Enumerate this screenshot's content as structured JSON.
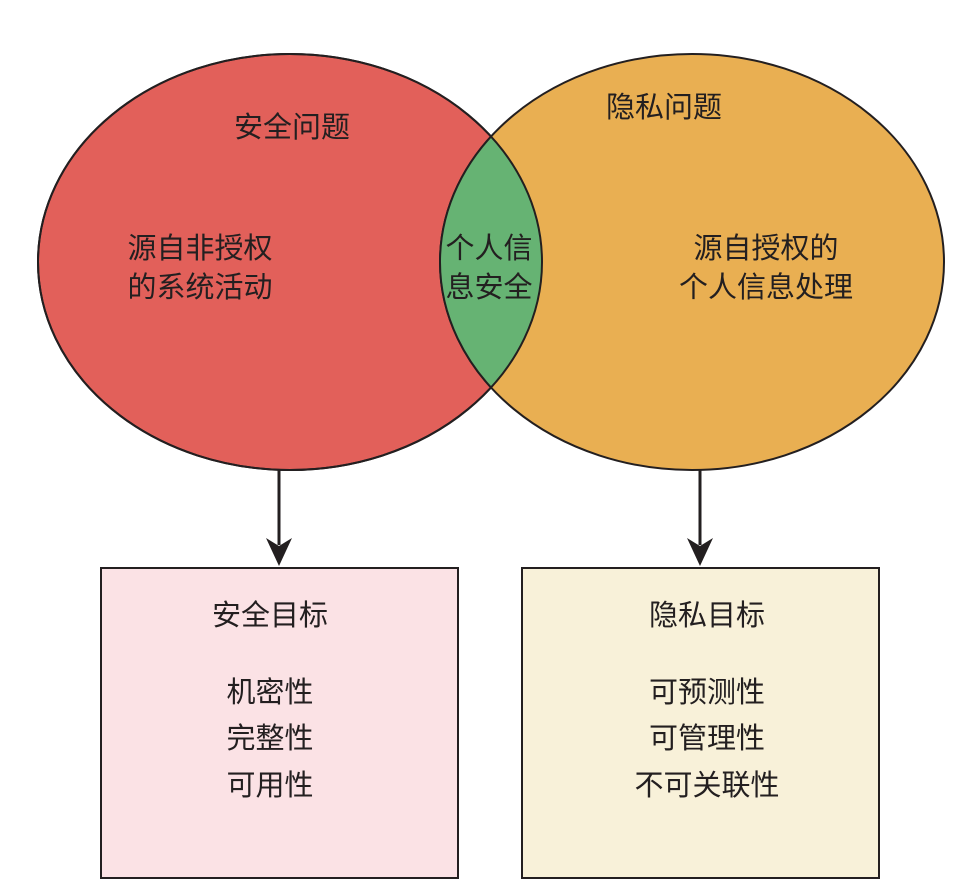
{
  "venn": {
    "left": {
      "title": "安全问题",
      "lines": [
        "源自非授权",
        "的系统活动"
      ],
      "color": "#E2605A"
    },
    "right": {
      "title": "隐私问题",
      "lines": [
        "源自授权的",
        "个人信息处理"
      ],
      "color": "#E9AF52"
    },
    "overlap": {
      "lines": [
        "个人信",
        "息安全"
      ],
      "color": "#66B373"
    }
  },
  "boxes": {
    "security": {
      "title": "安全目标",
      "items": [
        "机密性",
        "完整性",
        "可用性"
      ],
      "color": "#FBE2E5"
    },
    "privacy": {
      "title": "隐私目标",
      "items": [
        "可预测性",
        "可管理性",
        "不可关联性"
      ],
      "color": "#F8F1D9"
    }
  }
}
